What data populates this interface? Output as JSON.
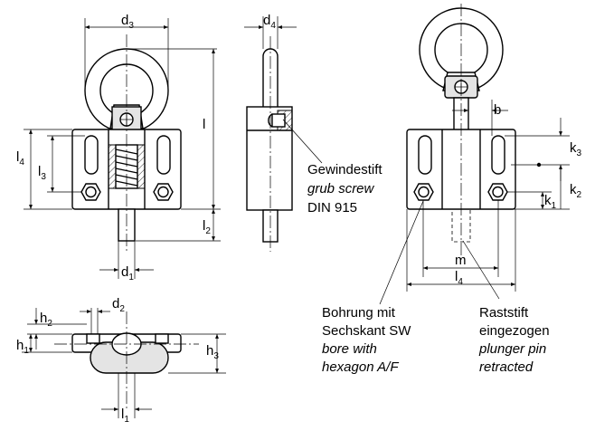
{
  "labels": {
    "d3": "d3",
    "d4": "d4",
    "l": "l",
    "l4_left": "l4",
    "l3": "l3",
    "l2": "l2",
    "d1": "d1",
    "b": "b",
    "k3": "k3",
    "k2": "k2",
    "k1": "k1",
    "m": "m",
    "l4_right": "l4",
    "h2": "h2",
    "d2": "d2",
    "h1": "h1",
    "h3": "h3",
    "l1": "l1"
  },
  "notes": {
    "grub_screw": {
      "de": "Gewindestift",
      "en": "grub screw",
      "std": "DIN 915"
    },
    "bore": {
      "de1": "Bohrung mit",
      "de2": "Sechskant SW",
      "en1": "bore with",
      "en2": "hexagon A/F"
    },
    "plunger": {
      "de1": "Raststift",
      "de2": "eingezogen",
      "en1": "plunger pin",
      "en2": "retracted"
    }
  }
}
